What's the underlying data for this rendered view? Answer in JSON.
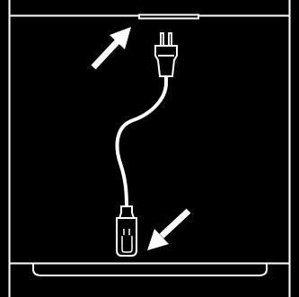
{
  "diagram": {
    "colors": {
      "background": "#000000",
      "line": "#ffffff"
    },
    "icons": {
      "device": "device-outline",
      "power_port": "power-inlet-slot",
      "plug": "two-prong-ac-plug-icon",
      "cable": "power-cable",
      "connector": "iec-c13-connector-icon",
      "arrow_to_port": "diagonal-arrow-up-right",
      "arrow_to_connector": "diagonal-arrow-down-left"
    }
  }
}
